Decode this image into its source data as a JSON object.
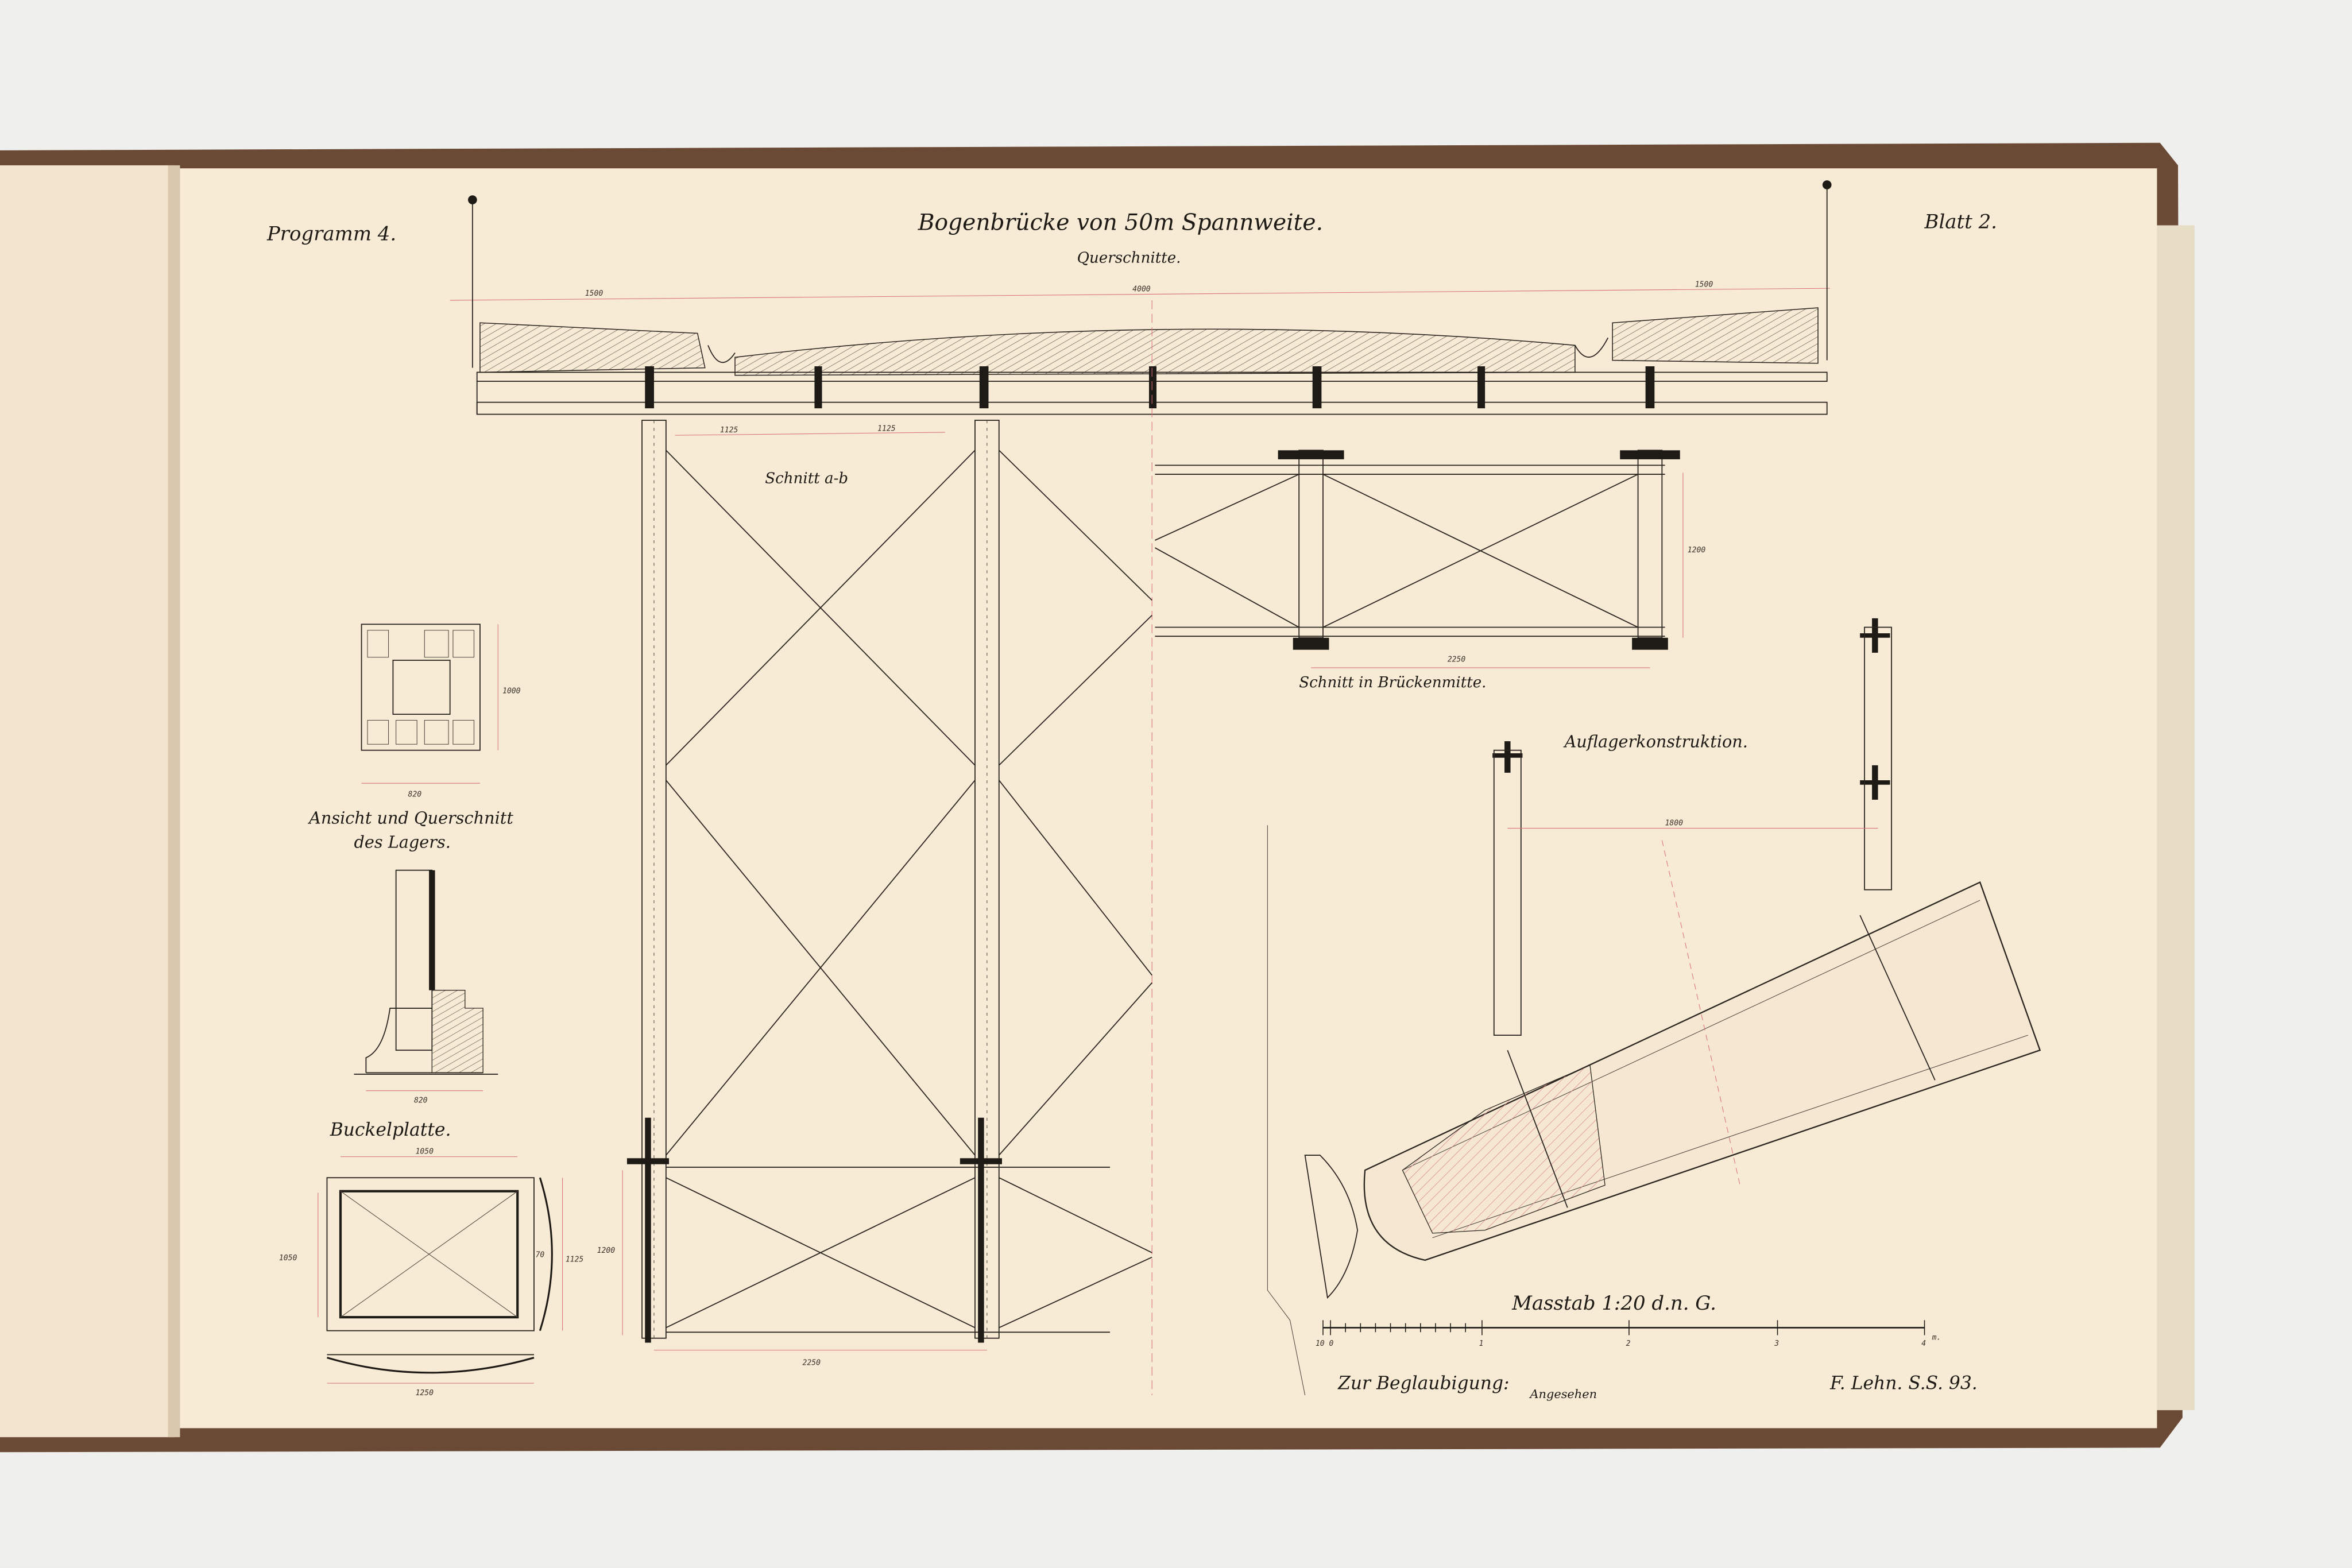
{
  "sheet": {
    "program": "Programm 4.",
    "title": "Bogenbrücke von 50m Spannweite.",
    "subtitle": "Querschnitte.",
    "sheet_no": "Blatt 2."
  },
  "labels": {
    "section_ab": "Schnitt a-b",
    "section_mid": "Schnitt in Brückenmitte.",
    "bearing_construction": "Auflagerkonstruktion.",
    "bearing_view_1": "Ansicht und Querschnitt",
    "bearing_view_2": "des Lagers.",
    "buckle_plate": "Buckelplatte."
  },
  "dimensions": {
    "deck_left": "1500",
    "deck_center": "4000",
    "deck_right": "1500",
    "brace_left": "1125",
    "brace_right": "1125",
    "mid_height": "1200",
    "mid_width": "2250",
    "bearing_height": "1000",
    "bearing_width": "820",
    "bearing_base": "820",
    "plate_top": "1050",
    "plate_left": "1050",
    "plate_right": "1125",
    "plate_rise": "70",
    "plate_bottom": "1250",
    "support_span": "1800",
    "lower_height": "1200",
    "lower_width": "2250"
  },
  "scale": {
    "title": "Masstab 1:20 d.n. G.",
    "ticks": [
      "10",
      "0",
      "1",
      "2",
      "3",
      "4"
    ],
    "unit": "m."
  },
  "footer": {
    "certification": "Zur Beglaubigung:",
    "signature": "Angesehen",
    "author": "F. Lehn. S.S. 93."
  },
  "colors": {
    "paper": "#f8ebd6",
    "ink": "#1e1b17",
    "dimension_red": "#d9707a",
    "cover": "#6b4a35"
  }
}
